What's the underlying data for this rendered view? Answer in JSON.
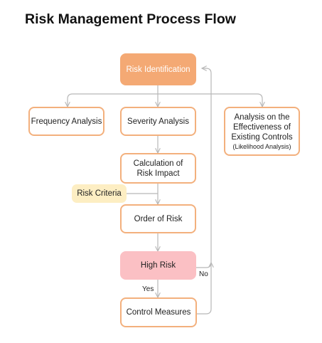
{
  "title": "Risk Management Process Flow",
  "nodes": {
    "risk_identification": "Risk Identification",
    "frequency_analysis": "Frequency Analysis",
    "severity_analysis": "Severity Analysis",
    "effectiveness_line1": "Analysis on the",
    "effectiveness_line2": "Effectiveness of",
    "effectiveness_line3": "Existing Controls",
    "effectiveness_sub": "(Likelihood Analysis)",
    "calc_line1": "Calculation of",
    "calc_line2": "Risk Impact",
    "risk_criteria": "Risk Criteria",
    "order_of_risk": "Order of Risk",
    "high_risk": "High Risk",
    "control_measures": "Control Measures"
  },
  "edge_labels": {
    "yes": "Yes",
    "no": "No"
  },
  "colors": {
    "accent_orange": "#f4a974",
    "border_orange": "#f3b07d",
    "high_risk_pink": "#fbc0c4",
    "criteria_yellow": "#fdeec3",
    "connector_gray": "#b8b8b8"
  }
}
